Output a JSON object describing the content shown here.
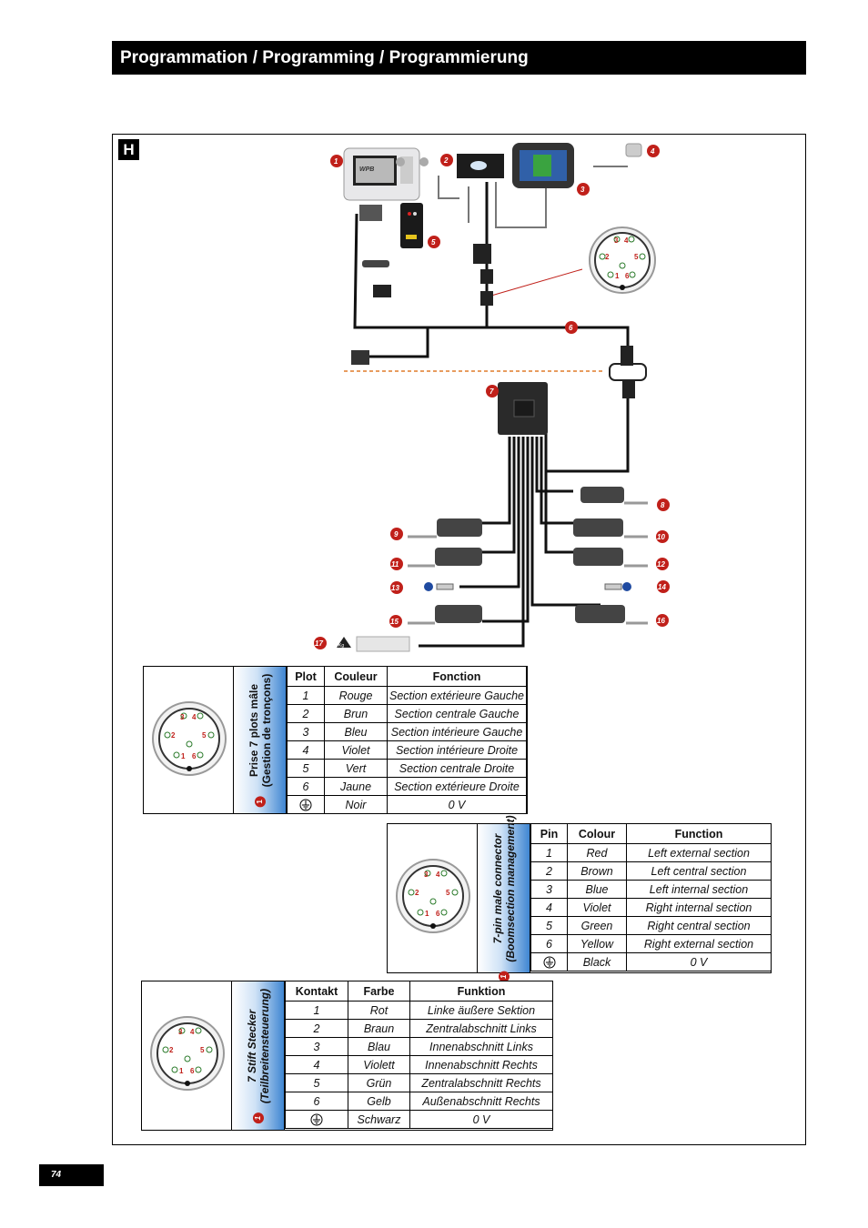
{
  "header": {
    "title": "Programmation / Programming / Programmierung"
  },
  "section": {
    "letter": "H"
  },
  "diagram": {
    "callouts": [
      "1",
      "2",
      "3",
      "4",
      "5",
      "6",
      "7",
      "8",
      "9",
      "10",
      "11",
      "12",
      "13",
      "14",
      "15",
      "16",
      "17"
    ],
    "connector_pins": [
      "1",
      "2",
      "3",
      "4",
      "5",
      "6"
    ],
    "device_label": "WPB",
    "weight_label": "Kg"
  },
  "tables": {
    "fr": {
      "badge": "1",
      "title_line1": "Prise 7 plots mâle",
      "title_line2": "(Gestion de tronçons)",
      "headers": [
        "Plot",
        "Couleur",
        "Fonction"
      ],
      "rows": [
        [
          "1",
          "Rouge",
          "Section extérieure Gauche"
        ],
        [
          "2",
          "Brun",
          "Section centrale Gauche"
        ],
        [
          "3",
          "Bleu",
          "Section intérieure Gauche"
        ],
        [
          "4",
          "Violet",
          "Section intérieure Droite"
        ],
        [
          "5",
          "Vert",
          "Section centrale Droite"
        ],
        [
          "6",
          "Jaune",
          "Section extérieure Droite"
        ]
      ],
      "ground_row": [
        "Noir",
        "0 V"
      ]
    },
    "en": {
      "badge": "1",
      "title_line1": "7-pin male connector",
      "title_line2": "(Boomsection management)",
      "headers": [
        "Pin",
        "Colour",
        "Function"
      ],
      "rows": [
        [
          "1",
          "Red",
          "Left external section"
        ],
        [
          "2",
          "Brown",
          "Left central section"
        ],
        [
          "3",
          "Blue",
          "Left internal section"
        ],
        [
          "4",
          "Violet",
          "Right internal section"
        ],
        [
          "5",
          "Green",
          "Right central section"
        ],
        [
          "6",
          "Yellow",
          "Right external section"
        ]
      ],
      "ground_row": [
        "Black",
        "0 V"
      ]
    },
    "de": {
      "badge": "1",
      "title_line1": "7 Stift Stecker",
      "title_line2": "(Teilbreitensteuerung)",
      "headers": [
        "Kontakt",
        "Farbe",
        "Funktion"
      ],
      "rows": [
        [
          "1",
          "Rot",
          "Linke äußere Sektion"
        ],
        [
          "2",
          "Braun",
          "Zentralabschnitt Links"
        ],
        [
          "3",
          "Blau",
          "Innenabschnitt Links"
        ],
        [
          "4",
          "Violett",
          "Innenabschnitt Rechts"
        ],
        [
          "5",
          "Grün",
          "Zentralabschnitt Rechts"
        ],
        [
          "6",
          "Gelb",
          "Außenabschnitt Rechts"
        ]
      ],
      "ground_row": [
        "Schwarz",
        "0 V"
      ]
    }
  },
  "footer": {
    "page_number": "74"
  },
  "colors": {
    "accent_red": "#c0201a",
    "band_blue": "#3f86d2",
    "header_bg": "#000000"
  }
}
